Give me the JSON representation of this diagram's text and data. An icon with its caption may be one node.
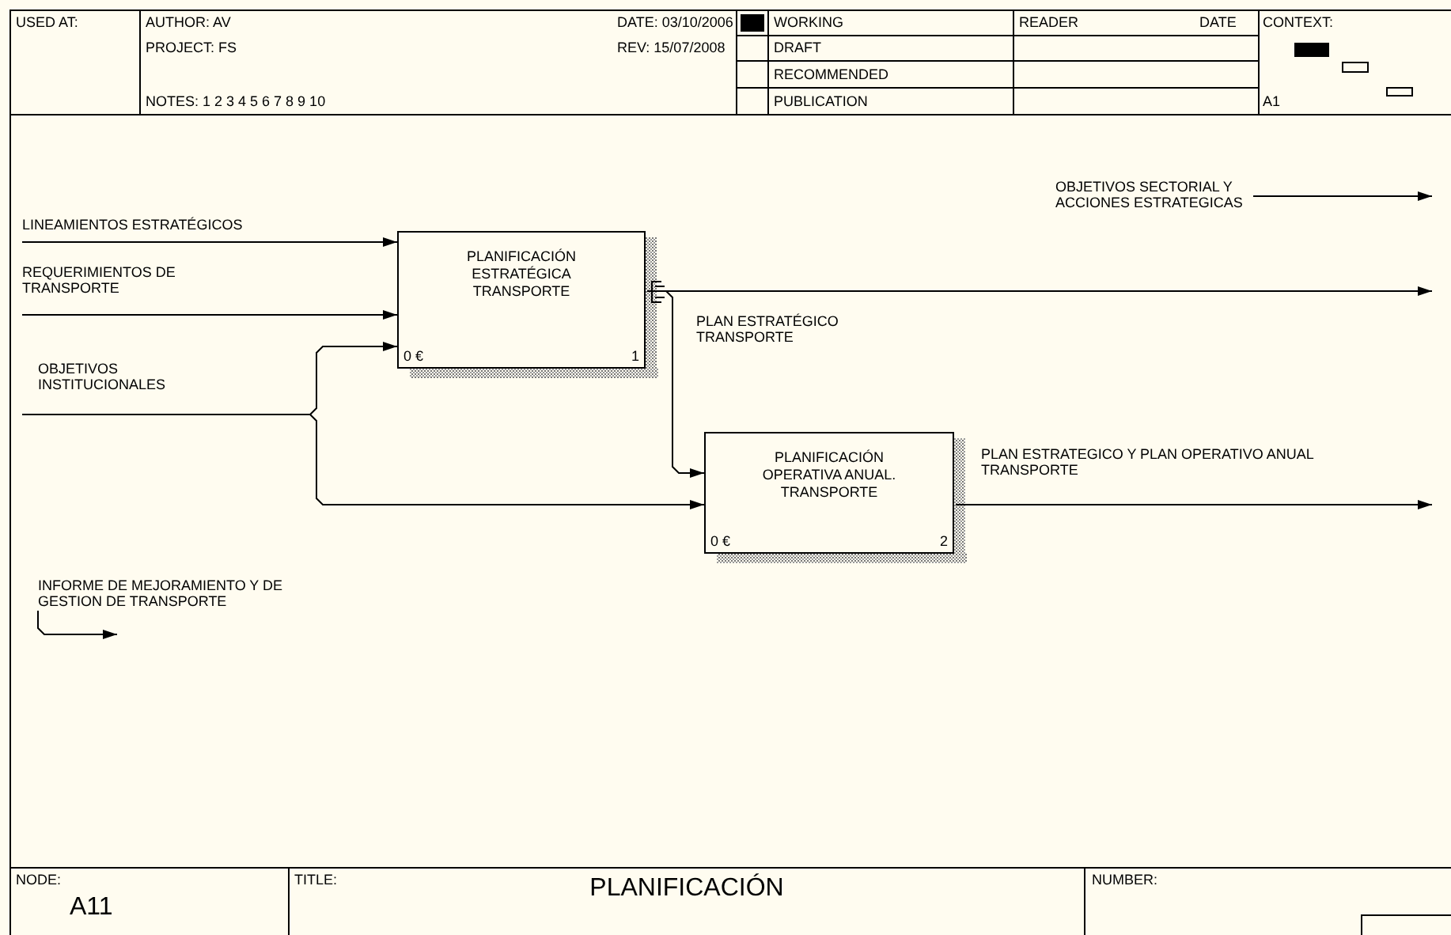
{
  "diagram": {
    "title": "PLANIFICACIÓN",
    "nodes": [
      {
        "text": [
          "OBJETIVOS SECTORIAL Y ACCIONES ESTRATEGICAS"
        ]
      },
      {
        "text": [
          "LINEAMIENTOS ESTRATÉGICOS"
        ]
      },
      {
        "text": [
          "PLANIFICACIÓN ESTRATÉGICA TRANSPORTE",
          "0 €",
          "1"
        ]
      },
      {
        "text": [
          "REQUERIMIENTOS DE TRANSPORTE"
        ]
      },
      {
        "text": [
          "OBJETIVOS INSTITUCIONALES"
        ]
      },
      {
        "text": [
          "PLANIFICACIÓN OPERATIVA ANUAL. TRANSPORTE",
          "0 €",
          "2"
        ]
      },
      {
        "text": [
          "INFORME DE MEJORAMIENTO Y DE GESTION DE TRANSPORTE"
        ]
      }
    ],
    "edges": [
      {
        "from": 0,
        "to": null,
        "arrow": "to"
      },
      {
        "from": 1,
        "to": 2,
        "arrow": "to"
      },
      {
        "from": 3,
        "to": 2,
        "arrow": "to"
      },
      {
        "from": 4,
        "to": 2,
        "arrow": "to"
      },
      {
        "from": 4,
        "to": 5,
        "arrow": "to"
      },
      {
        "from": 2,
        "to": null,
        "arrow": "to",
        "label": "PLAN ESTRATÉGICO TRANSPORTE"
      },
      {
        "from": 2,
        "to": 5,
        "arrow": "to"
      },
      {
        "from": 5,
        "to": null,
        "arrow": "to",
        "label": "PLAN ESTRATEGICO Y PLAN OPERATIVO ANUAL TRANSPORTE"
      },
      {
        "from": 6,
        "to": null,
        "arrow": "to"
      }
    ],
    "labels": [
      "USED AT:",
      "AUTHOR: AV",
      "DATE: 03/10/2006",
      "WORKING",
      "READER",
      "DATE",
      "CONTEXT:",
      "PROJECT: FS",
      "REV: 15/07/2008",
      "DRAFT",
      "RECOMMENDED",
      "NOTES: 1 2 3 4 5 6 7 8 9 10",
      "PUBLICATION",
      "A1",
      "NODE:",
      "TITLE:",
      "NUMBER:",
      "A11"
    ]
  }
}
